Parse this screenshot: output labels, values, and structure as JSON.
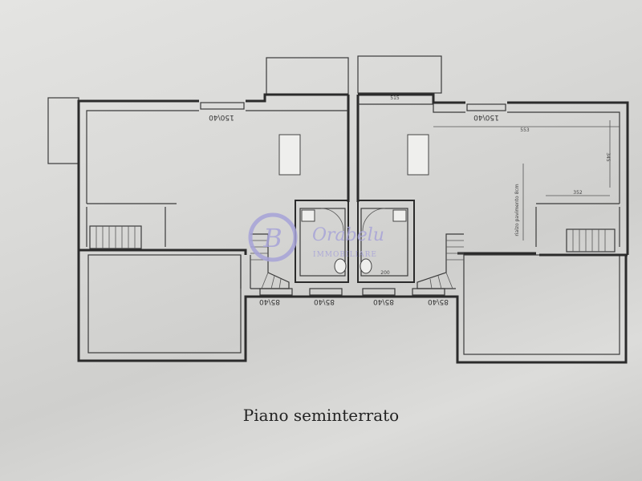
{
  "caption": "Piano seminterrato",
  "labels": {
    "window_top_left": "150\\40",
    "window_top_right": "150\\40",
    "window_bottom_1": "85\\40",
    "window_bottom_2": "85\\40",
    "window_bottom_3": "85\\40",
    "window_bottom_4": "85\\40",
    "dim_top_center": "515",
    "dim_right_width": "553",
    "dim_right_height": "345",
    "dim_stair": "352",
    "dim_bath": "200",
    "vertical_note": "rialzo pavimento 8cm"
  },
  "watermark": {
    "monogram": "B",
    "brand": "Orabelu",
    "subtitle": "IMMOBILIARE",
    "color": "#a7a3d8"
  },
  "colors": {
    "background": "#d9d9d7",
    "line": "#2b2b2b"
  }
}
